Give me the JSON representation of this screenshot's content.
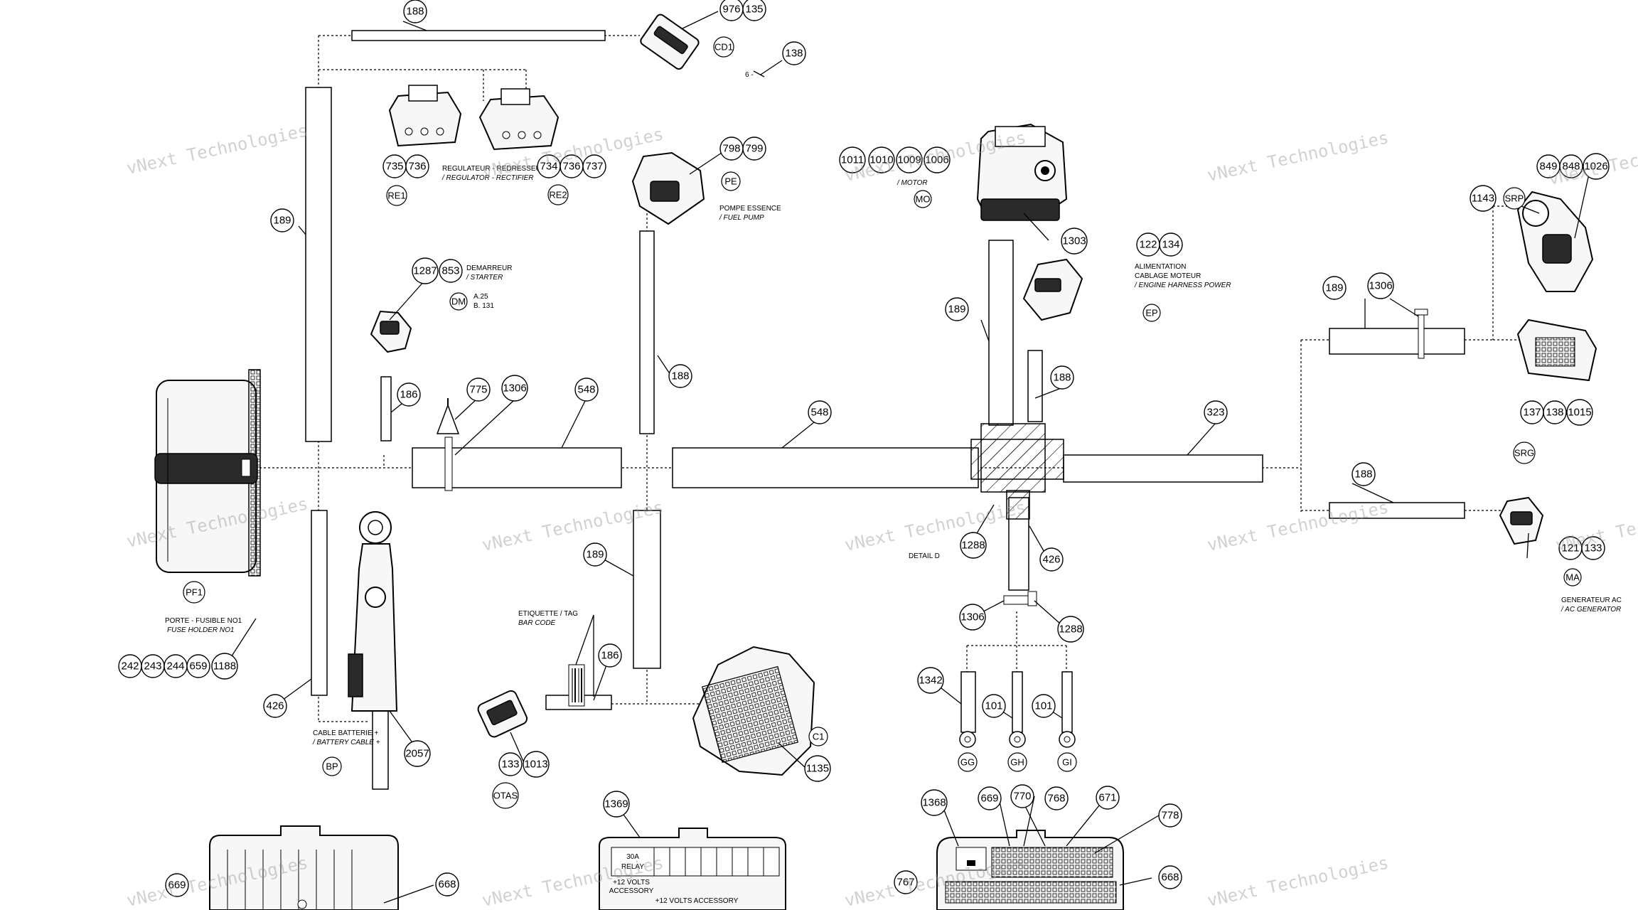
{
  "watermark": "vNext Technologies",
  "bubbles": {
    "b188_top": "188",
    "b976": "976",
    "b135": "135",
    "b138": "138",
    "b735": "735",
    "b736": "736",
    "b734": "734",
    "b736b": "736",
    "b737": "737",
    "b798": "798",
    "b799": "799",
    "b1011": "1011",
    "b1010": "1010",
    "b1009": "1009",
    "b1006": "1006",
    "b849": "849",
    "b848": "848",
    "b1026": "1026",
    "b1143": "1143",
    "b189_left": "189",
    "b1287": "1287",
    "b853": "853",
    "b1303": "1303",
    "b122": "122",
    "b134": "134",
    "b189_right": "189",
    "b1306_right": "1306",
    "b189_mid": "189",
    "b188_mid": "188",
    "b188_center": "188",
    "b775": "775",
    "b1306_a": "1306",
    "b548_a": "548",
    "b548_b": "548",
    "b323": "323",
    "b186_a": "186",
    "b137": "137",
    "b138b": "138",
    "b1015": "1015",
    "b188_right": "188",
    "b121": "121",
    "b133": "133",
    "b1288_a": "1288",
    "b426_a": "426",
    "b189_low": "189",
    "b1306_b": "1306",
    "b1288_b": "1288",
    "b186_b": "186",
    "b242": "242",
    "b243": "243",
    "b244": "244",
    "b659": "659",
    "b1188": "1188",
    "b426_b": "426",
    "b1342": "1342",
    "b101_a": "101",
    "b101_b": "101",
    "b2057": "2057",
    "b133b": "133",
    "b1013": "1013",
    "b1135": "1135",
    "b1369": "1369",
    "b1368": "1368",
    "b669": "669",
    "b770": "770",
    "b768": "768",
    "b671": "671",
    "b778": "778",
    "b668_a": "668",
    "b669b": "669",
    "b668_b": "668",
    "b767": "767"
  },
  "codes": {
    "CD1": "CD1",
    "RE1": "RE1",
    "RE2": "RE2",
    "PE": "PE",
    "MO": "MO",
    "DM": "DM",
    "EP": "EP",
    "SRP": "SRP",
    "SRG": "SRG",
    "MA": "MA",
    "PF1": "PF1",
    "BP": "BP",
    "OTAS": "OTAS",
    "C1": "C1",
    "GG": "GG",
    "GH": "GH",
    "GI": "GI"
  },
  "labels": {
    "six": "6 -",
    "reg_fr": "REGULATEUR -   REDRESSEUR",
    "reg_en": "/ REGULATOR -   RECTIFIER",
    "pump_fr": "POMPE ESSENCE",
    "pump_en": "/ FUEL PUMP",
    "motor_en": "/ MOTOR",
    "dem_fr": "DEMARREUR",
    "dem_en": "/ STARTER",
    "a25": "A.25",
    "b131": "B. 131",
    "alim1": "ALIMENTATION",
    "alim2": "CABLAGE MOTEUR",
    "alim_en": "/ ENGINE HARNESS POWER",
    "detail_fr": "DETAIL D",
    "gen_fr": "GENERATEUR AC",
    "gen_en": "/ AC GENERATOR",
    "fuse_fr": "PORTE -  FUSIBLE NO1",
    "fuse_en": "FUSE HOLDER NO1",
    "batt_fr": "CABLE BATTERIE +",
    "batt_en": "/ BATTERY CABLE +",
    "tag_fr": "ETIQUETTE / TAG",
    "tag_en": "BAR CODE",
    "relay_30a": "30A",
    "relay_word": "RELAY",
    "relay_acc": "+12 VOLTS",
    "relay_acc2": "ACCESSORY",
    "relay_row": "+12      VOLTS      ACCESSORY"
  }
}
